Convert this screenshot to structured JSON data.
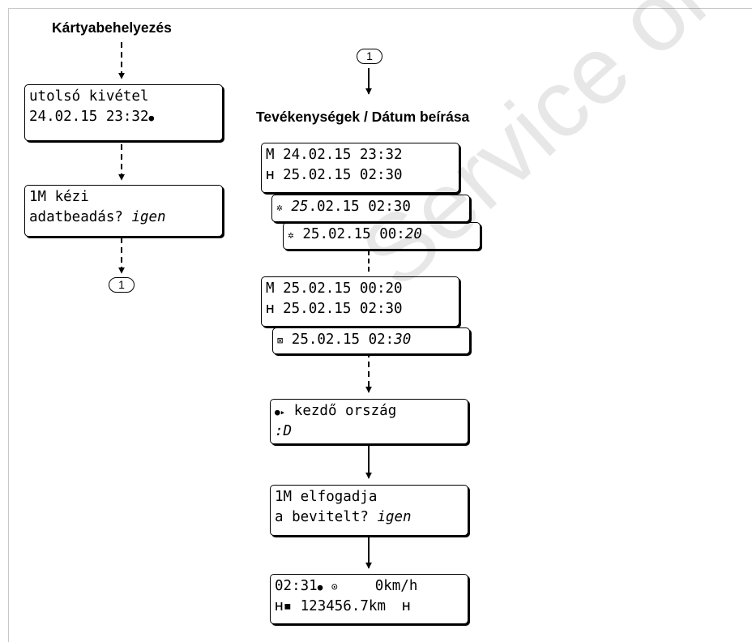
{
  "headings": {
    "card_insertion": "Kártyabehelyezés",
    "activities_date_entry": "Tevékenységek / Dátum beírása"
  },
  "connector": {
    "label": "1"
  },
  "left_flow": {
    "last_withdrawal": {
      "line1": "utolsó kivétel",
      "line2": "24.02.15  23:32"
    },
    "manual_entry": {
      "line1": "1M kézi",
      "line2_text": "adatbeadás? ",
      "line2_answer": "igen"
    }
  },
  "right_flow": {
    "entries_group1": {
      "row_m": "M 24.02.15 23:32",
      "row_h": "25.02.15 02:30",
      "row_s1_date": "25",
      "row_s1_rest": ".02.15 02:30",
      "row_s2_main": "25.02.15 00:",
      "row_s2_min": "20"
    },
    "entries_group2": {
      "row_m": "M 25.02.15 00:20",
      "row_h": "25.02.15 02:30",
      "row_box_main": "25.02.15 02:",
      "row_box_min": "30"
    },
    "start_country": {
      "line1": "kezdő ország",
      "line2": ":D"
    },
    "accept_entries": {
      "line1": "1M elfogadja",
      "line2_text": "a bevitelt? ",
      "line2_answer": "igen"
    },
    "standard_display": {
      "time": "02:31",
      "speed": "0km/h",
      "odometer": "123456.7km"
    }
  },
  "watermark": "Service only"
}
